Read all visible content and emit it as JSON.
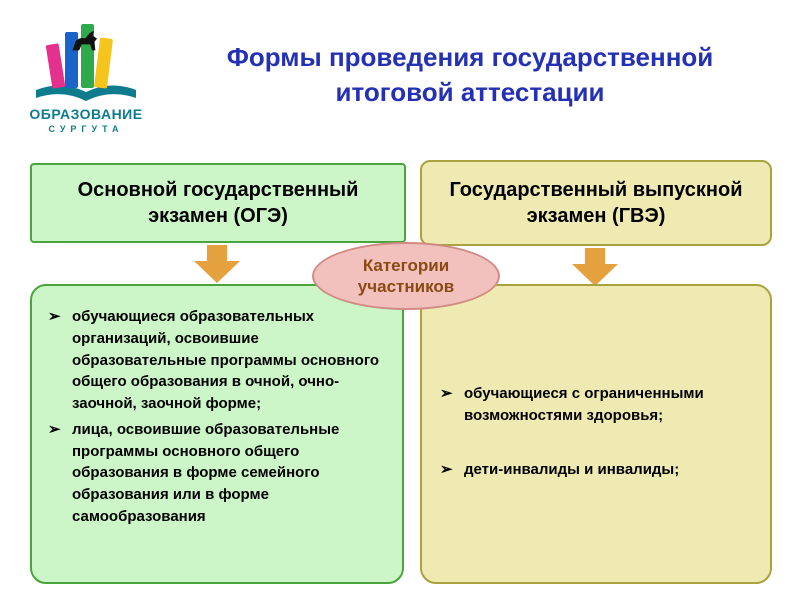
{
  "logo": {
    "line1": "ОБРАЗОВАНИЕ",
    "line2": "СУРГУТА"
  },
  "title": {
    "line1": "Формы проведения государственной",
    "line2": "итоговой аттестации"
  },
  "center_label": {
    "line1": "Категории",
    "line2": "участников"
  },
  "bullet_glyph": "➢",
  "columns": {
    "left": {
      "header": "Основной государственный экзамен (ОГЭ)",
      "items": [
        "обучающиеся образовательных организаций, освоившие образовательные программы основного общего образования в очной, очно-заочной, заочной форме;",
        "лица, освоившие образовательные программы основного общего образования в форме семейного образования или  в форме самообразования"
      ]
    },
    "right": {
      "header": "Государственный выпускной экзамен (ГВЭ)",
      "items": [
        "обучающиеся с ограниченными возможностями здоровья;",
        "дети-инвалиды и инвалиды;"
      ]
    }
  },
  "colors": {
    "title_blue": "#2531b5",
    "green_fill": "#ccf6c8",
    "green_border": "#4aa53c",
    "khaki_fill": "#efe9b2",
    "khaki_border": "#a8a23f",
    "arrow_orange": "#e5a13d",
    "ellipse_fill": "#f2c1be",
    "ellipse_border": "#cf8b84",
    "ellipse_text": "#8a4a14",
    "logo_teal": "#0e7c8c"
  }
}
